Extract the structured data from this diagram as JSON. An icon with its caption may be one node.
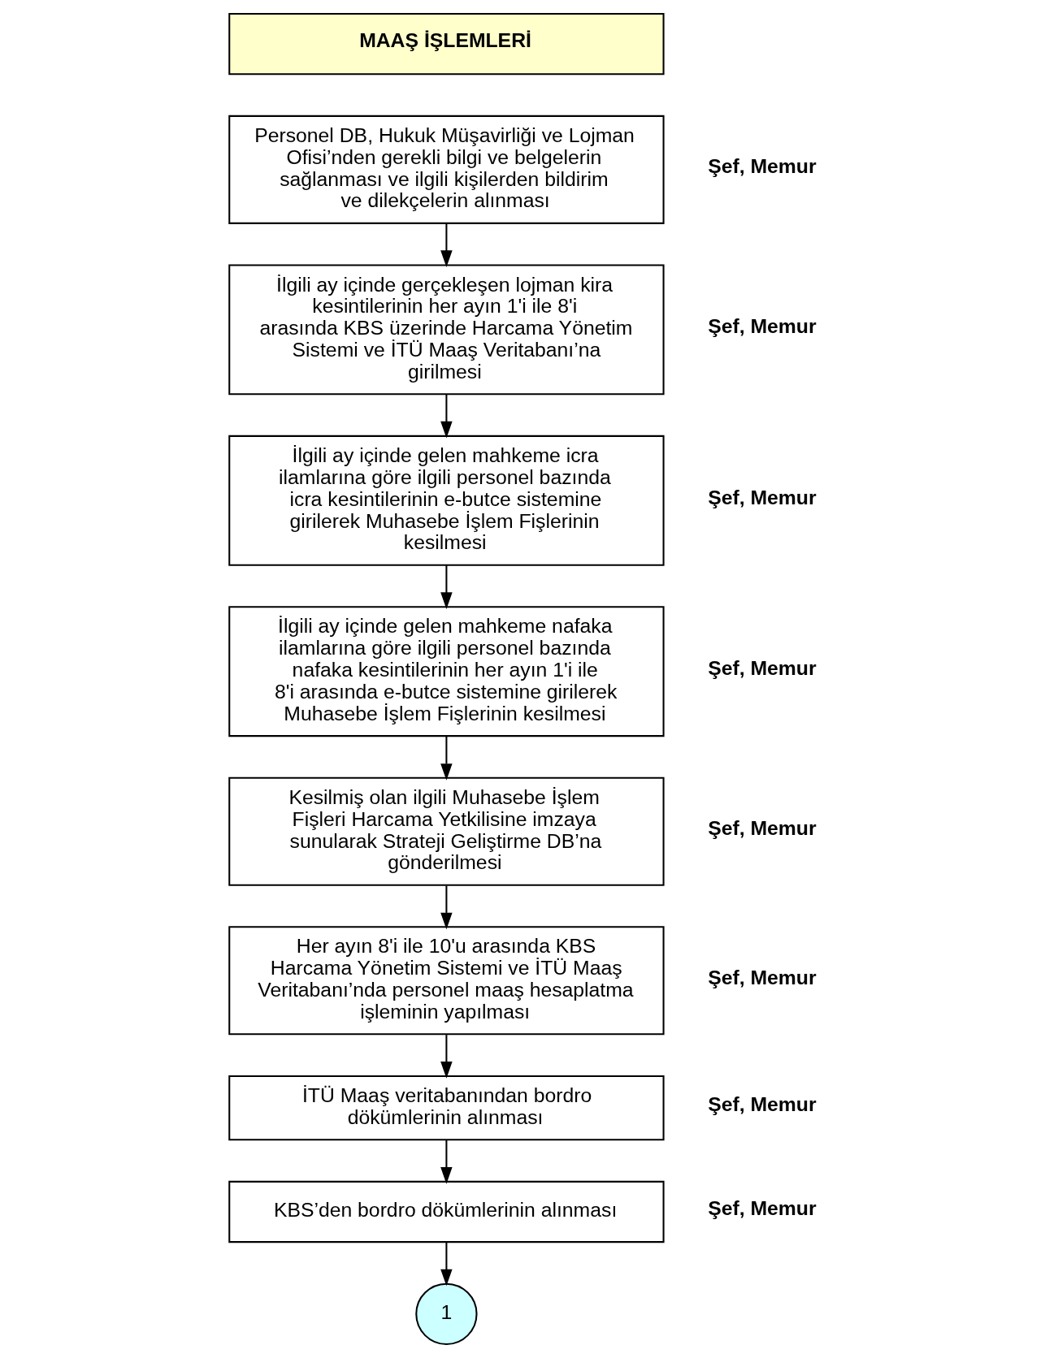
{
  "diagram": {
    "nodes": [
      {
        "text": [
          "MAAŞ İŞLEMLERİ"
        ]
      },
      {
        "text": [
          "Personel DB, Hukuk Müşavirliği ve Lojman Ofisi’nden gerekli bilgi ve belgelerin sağlanması ve ilgili kişilerden bildirim ve dilekçelerin alınması"
        ],
        "beside": [
          "Şef, Memur"
        ]
      },
      {
        "text": [
          "İlgili ay içinde gerçekleşen lojman kira kesintilerinin her ayın 1'i ile 8'i arasında KBS üzerinde Harcama Yönetim Sistemi ve İTÜ Maaş Veritabanı’na girilmesi"
        ],
        "beside": [
          "Şef, Memur"
        ]
      },
      {
        "text": [
          "İlgili ay içinde gelen mahkeme icra ilamlarına göre ilgili personel bazında icra kesintilerinin e-butce sistemine girilerek Muhasebe İşlem Fişlerinin kesilmesi"
        ],
        "beside": [
          "Şef, Memur"
        ]
      },
      {
        "text": [
          "İlgili ay içinde gelen mahkeme nafaka ilamlarına göre ilgili personel bazında nafaka kesintilerinin her ayın 1'i ile 8'i arasında e-butce sistemine girilerek Muhasebe İşlem Fişlerinin kesilmesi"
        ],
        "beside": [
          "Şef, Memur"
        ]
      },
      {
        "text": [
          "Kesilmiş olan ilgili Muhasebe İşlem Fişleri Harcama Yetkilisine imzaya sunularak Strateji Geliştirme DB’na gönderilmesi"
        ],
        "beside": [
          "Şef, Memur"
        ]
      },
      {
        "text": [
          "Her ayın 8'i ile 10'u arasında KBS Harcama Yönetim Sistemi ve İTÜ Maaş Veritabanı’nda personel maaş hesaplatma işleminin yapılması"
        ],
        "beside": [
          "Şef, Memur"
        ]
      },
      {
        "text": [
          "İTÜ Maaş veritabanından bordro dökümlerinin alınması"
        ],
        "beside": [
          "Şef, Memur"
        ]
      },
      {
        "text": [
          "KBS’den bordro dökümlerinin alınması"
        ],
        "beside": [
          "Şef, Memur"
        ]
      },
      {
        "text": [
          "1"
        ]
      }
    ],
    "edges": [
      {
        "from": 1,
        "to": 2,
        "arrow": "to"
      },
      {
        "from": 2,
        "to": 3,
        "arrow": "to"
      },
      {
        "from": 3,
        "to": 4,
        "arrow": "to"
      },
      {
        "from": 4,
        "to": 5,
        "arrow": "to"
      },
      {
        "from": 5,
        "to": 6,
        "arrow": "to"
      },
      {
        "from": 6,
        "to": 7,
        "arrow": "to"
      },
      {
        "from": 7,
        "to": 8,
        "arrow": "to"
      },
      {
        "from": 8,
        "to": 9,
        "arrow": "to"
      }
    ]
  }
}
